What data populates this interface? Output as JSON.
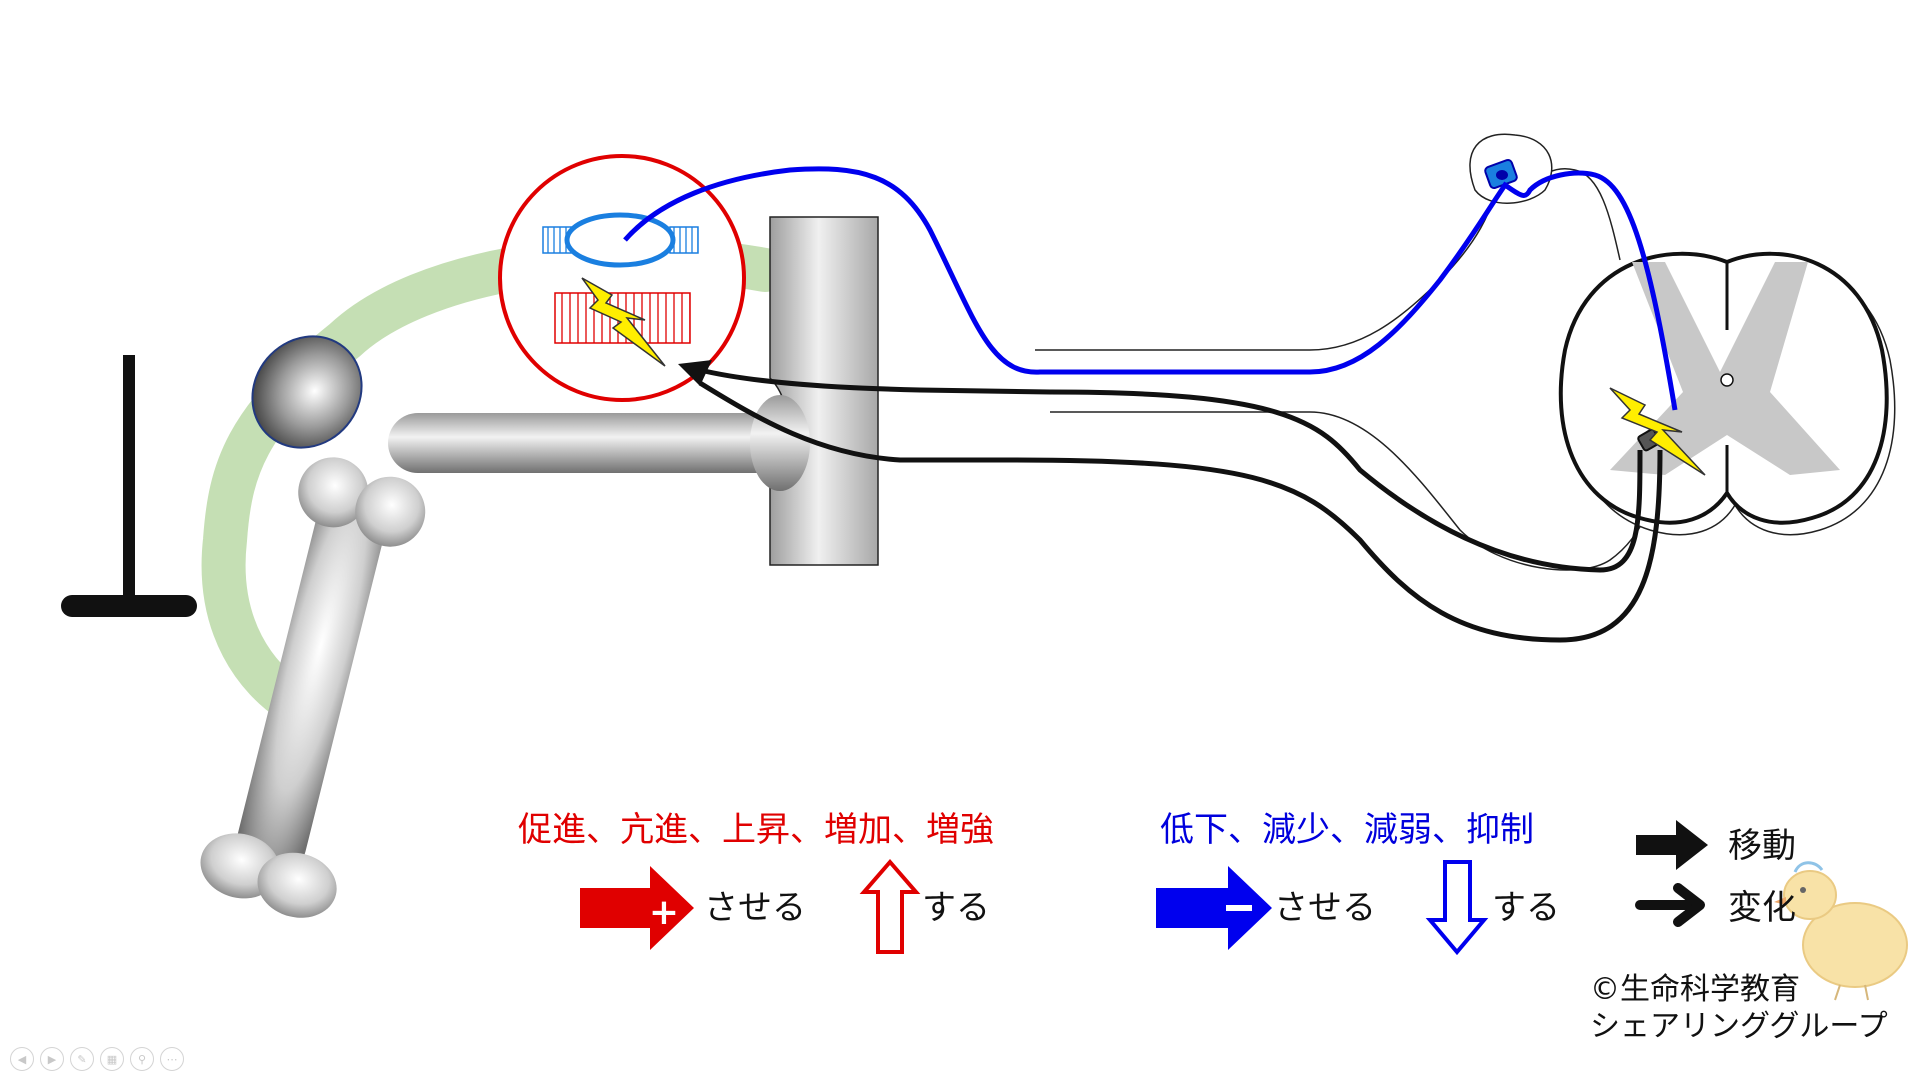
{
  "legend": {
    "increase_terms": "促進、亢進、上昇、増加、増強",
    "decrease_terms": "低下、減少、減弱、抑制",
    "plus_suffix": "させる",
    "up_suffix": "する",
    "minus_suffix": "させる",
    "down_suffix": "する",
    "move_label": "移動",
    "change_label": "変化"
  },
  "credit": {
    "line1": "©生命科学教育",
    "line2": "シェアリンググループ"
  },
  "colors": {
    "red": "#e00000",
    "blue": "#0000dd",
    "light_blue": "#1a7fe0",
    "black": "#111111",
    "green_tendon": "#c5dfb4",
    "bone_gray": "#b0b0b0",
    "spinal_gray": "#c8c8c8",
    "bolt_yellow": "#ffee00"
  },
  "controls": [
    "prev-icon",
    "next-icon",
    "pen-icon",
    "slides-icon",
    "zoom-icon",
    "more-icon"
  ]
}
